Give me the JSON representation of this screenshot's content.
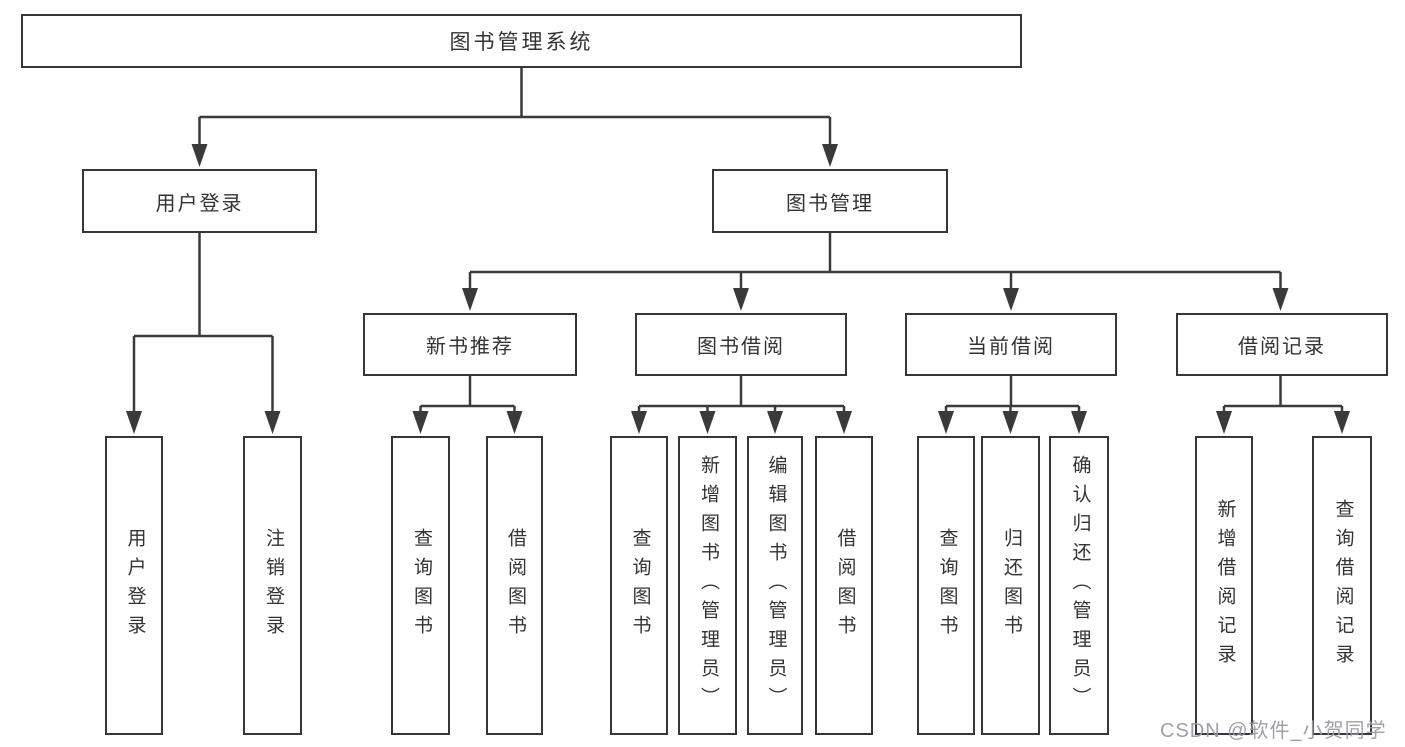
{
  "tree": {
    "label": "图书管理系统",
    "children": [
      {
        "label": "用户登录",
        "children": [
          {
            "label": "用户登录"
          },
          {
            "label": "注销登录"
          }
        ]
      },
      {
        "label": "图书管理",
        "children": [
          {
            "label": "新书推荐",
            "children": [
              {
                "label": "查询图书"
              },
              {
                "label": "借阅图书"
              }
            ]
          },
          {
            "label": "图书借阅",
            "children": [
              {
                "label": "查询图书"
              },
              {
                "label": "新增图书（管理员）"
              },
              {
                "label": "编辑图书（管理员）"
              },
              {
                "label": "借阅图书"
              }
            ]
          },
          {
            "label": "当前借阅",
            "children": [
              {
                "label": "查询图书"
              },
              {
                "label": "归还图书"
              },
              {
                "label": "确认归还（管理员）"
              }
            ]
          },
          {
            "label": "借阅记录",
            "children": [
              {
                "label": "新增借阅记录"
              },
              {
                "label": "查询借阅记录"
              }
            ]
          }
        ]
      }
    ]
  },
  "watermark": "CSDN @软件_小贺同学",
  "colors": {
    "line": "#3a3a3a",
    "box_border": "#363636",
    "text": "#333333",
    "watermark": "#9b9ba6",
    "background": "#ffffff"
  }
}
